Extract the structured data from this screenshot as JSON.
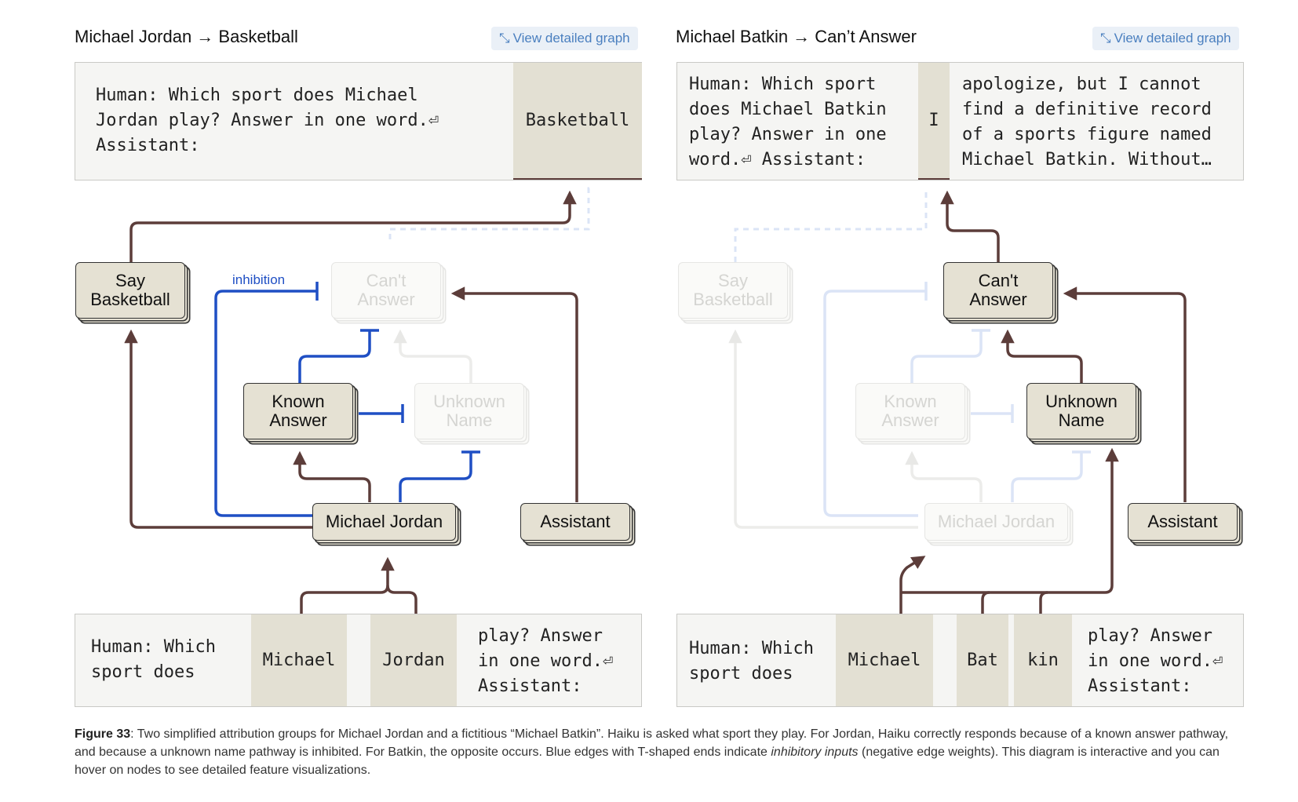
{
  "left": {
    "title": "Michael Jordan → Basketball",
    "view_button": "View detailed graph",
    "top_prompt": {
      "text": "Human: Which sport does Michael\nJordan play? Answer in one word.⏎\nAssistant:",
      "highlight": "Basketball"
    },
    "nodes": {
      "say_basketball": "Say\nBasketball",
      "cant_answer": "Can't\nAnswer",
      "known_answer": "Known\nAnswer",
      "unknown_name": "Unknown\nName",
      "michael_jordan": "Michael Jordan",
      "assistant": "Assistant"
    },
    "inhibition_label": "inhibition",
    "bottom_prompt": {
      "prefix": "Human: Which\nsport does",
      "tokens": [
        "Michael",
        "Jordan"
      ],
      "suffix": "play? Answer\nin one word.⏎\nAssistant:"
    }
  },
  "right": {
    "title": "Michael Batkin → Can’t Answer",
    "view_button": "View detailed graph",
    "top_prompt": {
      "text": "Human: Which sport\ndoes Michael Batkin\nplay? Answer in one\nword.⏎ Assistant:",
      "highlight": "I",
      "continuation": "apologize, but I cannot\nfind a definitive record\nof a sports figure named\nMichael Batkin. Without…"
    },
    "nodes": {
      "say_basketball": "Say\nBasketball",
      "cant_answer": "Can't\nAnswer",
      "known_answer": "Known\nAnswer",
      "unknown_name": "Unknown\nName",
      "michael_jordan": "Michael Jordan",
      "assistant": "Assistant"
    },
    "bottom_prompt": {
      "prefix": "Human: Which\nsport does",
      "tokens": [
        "Michael",
        "Bat",
        "kin"
      ],
      "suffix": "play? Answer\nin one word.⏎\nAssistant:"
    }
  },
  "caption": {
    "label": "Figure 33",
    "text_1": ": Two simplified attribution groups for Michael Jordan and a fictitious “Michael Batkin”. Haiku is asked what sport they play. For Jordan, Haiku correctly responds because of a known answer pathway, and because a unknown name pathway is inhibited. For Batkin, the opposite occurs. Blue edges with T-shaped ends indicate ",
    "italic": "inhibitory inputs",
    "text_2": " (negative edge weights). This diagram is interactive and you can hover on nodes to see detailed feature visualizations."
  },
  "colors": {
    "excite_edge": "#5c3d3a",
    "inhibit_edge": "#1f4fc4",
    "node_fill": "#e5e1d3",
    "faded_edge": "#e6e8ec",
    "faded_blue": "#dbe4f6"
  }
}
